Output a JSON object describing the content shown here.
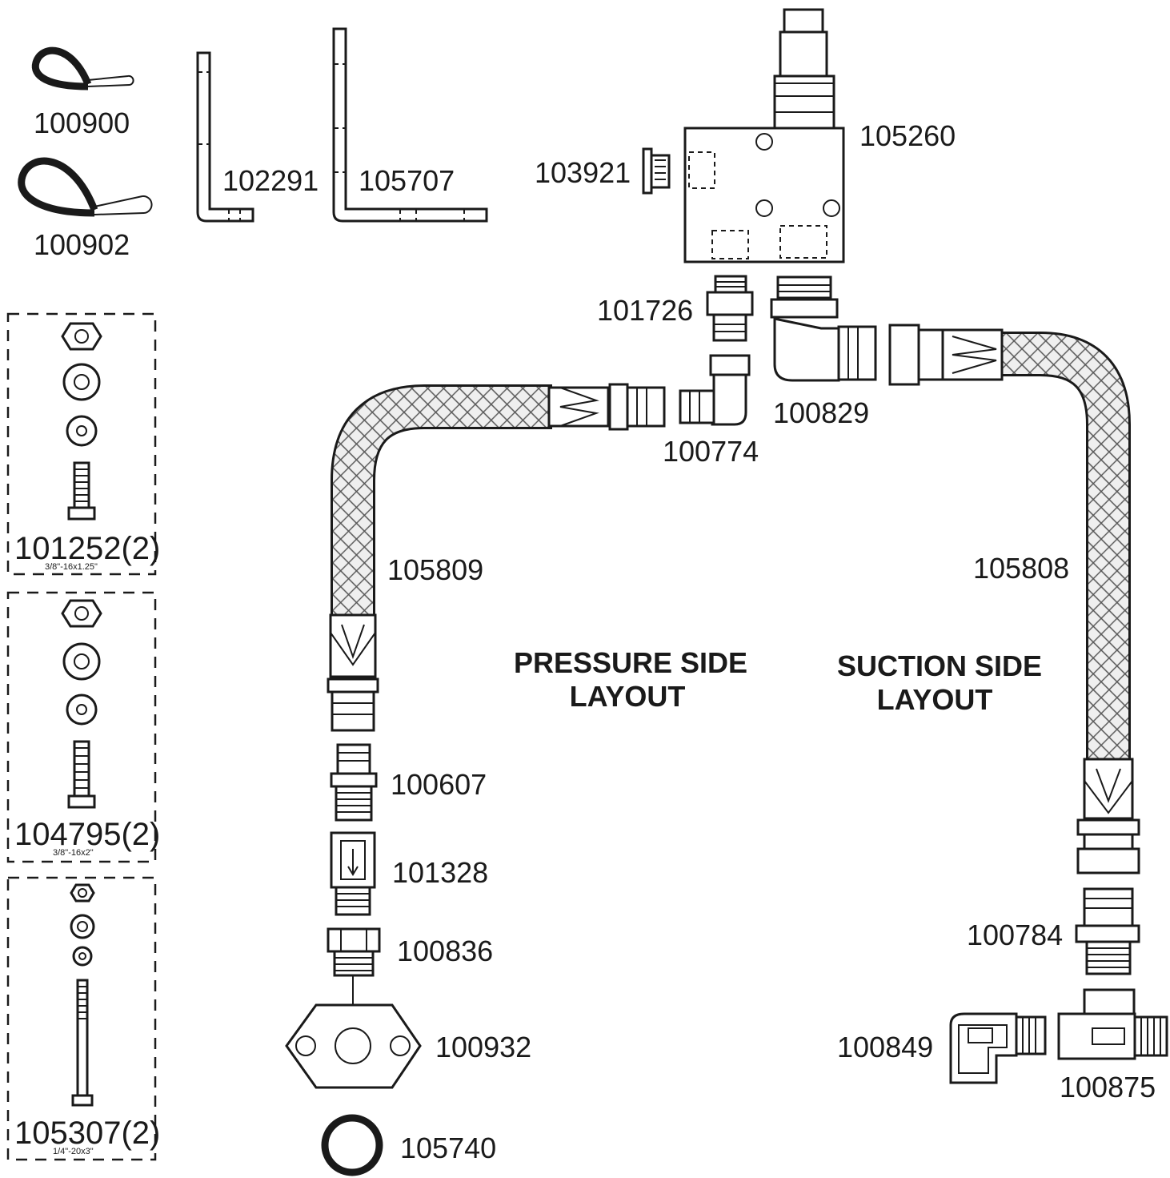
{
  "labels": {
    "p100900": "100900",
    "p100902": "100902",
    "p102291": "102291",
    "p105707": "105707",
    "p103921": "103921",
    "p105260": "105260",
    "p101726": "101726",
    "p100829": "100829",
    "p100774": "100774",
    "p105809": "105809",
    "p105808": "105808",
    "p100607": "100607",
    "p101328": "101328",
    "p100836": "100836",
    "p100932": "100932",
    "p105740": "105740",
    "p100784": "100784",
    "p100849": "100849",
    "p100875": "100875"
  },
  "hardware_kits": [
    {
      "part": "101252(2)",
      "spec": "3/8\"-16x1.25\""
    },
    {
      "part": "104795(2)",
      "spec": "3/8\"-16x2\""
    },
    {
      "part": "105307(2)",
      "spec": "1/4\"-20x3\""
    }
  ],
  "titles": {
    "pressure_line1": "PRESSURE SIDE",
    "pressure_line2": "LAYOUT",
    "suction_line1": "SUCTION SIDE",
    "suction_line2": "LAYOUT"
  }
}
